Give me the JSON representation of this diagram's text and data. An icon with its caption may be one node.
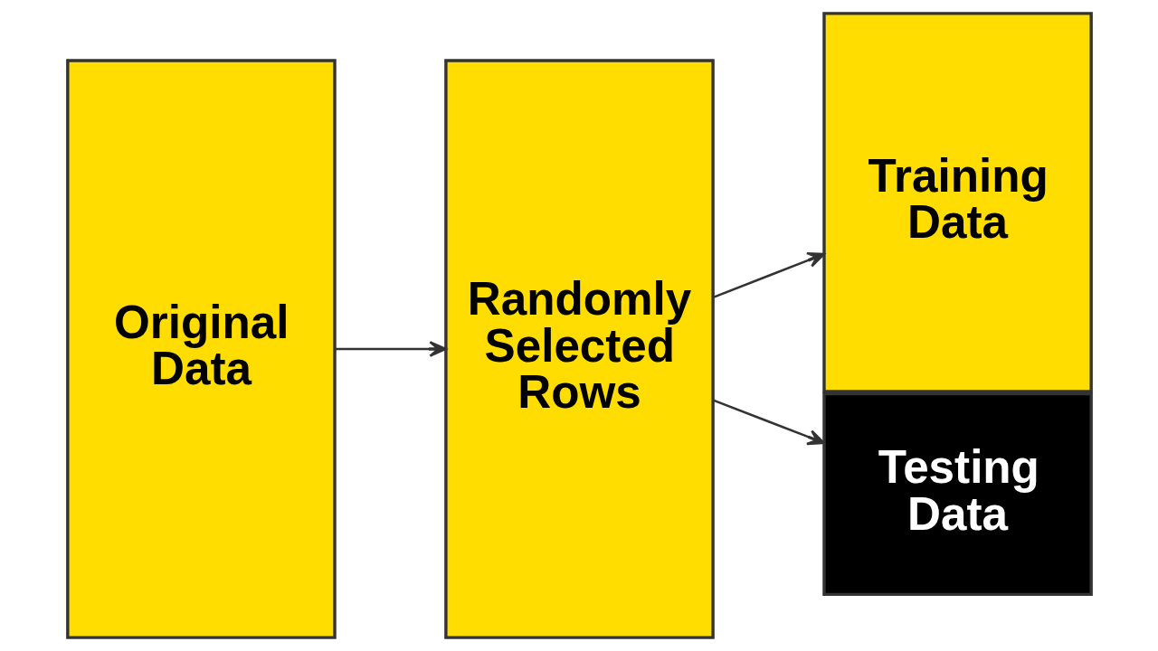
{
  "diagram": {
    "nodes": [
      {
        "text": [
          "Original Data"
        ]
      },
      {
        "text": [
          "Randomly Selected Rows"
        ]
      },
      {
        "text": [
          "Training Data"
        ]
      },
      {
        "text": [
          "Testing Data"
        ]
      }
    ],
    "edges": [
      {
        "from": 0,
        "to": 1,
        "arrow": "to"
      },
      {
        "from": 1,
        "to": 2,
        "arrow": "to"
      },
      {
        "from": 1,
        "to": 3,
        "arrow": "to"
      }
    ]
  }
}
